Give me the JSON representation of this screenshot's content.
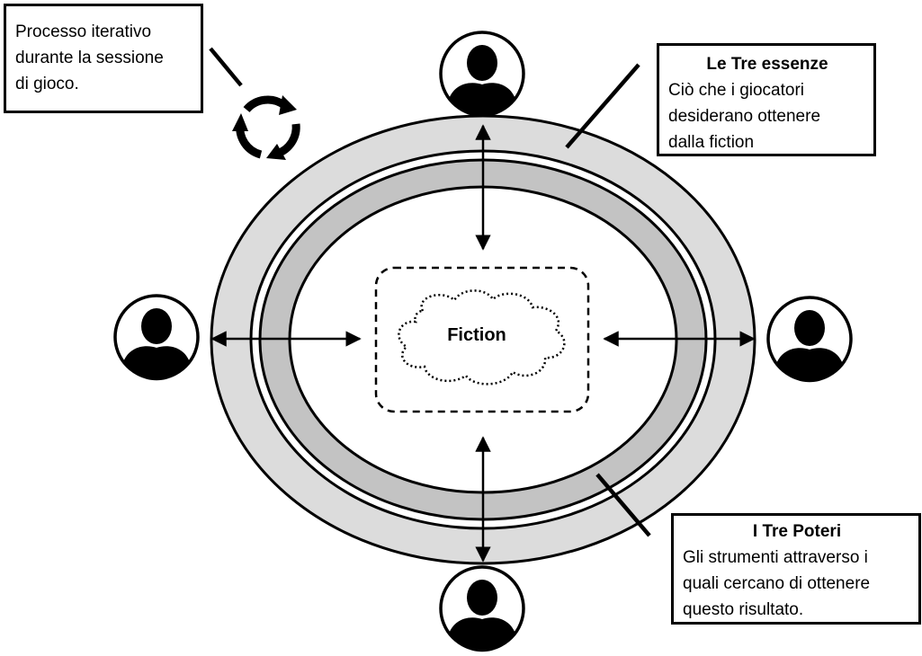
{
  "center": {
    "label": "Fiction"
  },
  "callouts": {
    "process": {
      "lines": [
        "Processo iterativo",
        "durante la sessione",
        "di gioco."
      ]
    },
    "essenze": {
      "title": "Le Tre essenze",
      "lines": [
        "Ciò che i giocatori",
        "desiderano ottenere",
        "dalla fiction"
      ]
    },
    "poteri": {
      "title": "I Tre Poteri",
      "lines": [
        "Gli strumenti attraverso i",
        "quali cercano di ottenere",
        "questo risultato."
      ]
    }
  },
  "icons": {
    "players": [
      "player-avatar-icon",
      "player-avatar-icon",
      "player-avatar-icon",
      "player-avatar-icon"
    ],
    "cycle": "cycle-arrows-icon"
  },
  "colors": {
    "outer_ring": "#dcdcdc",
    "inner_ring": "#c3c3c3",
    "stroke": "#000000"
  }
}
